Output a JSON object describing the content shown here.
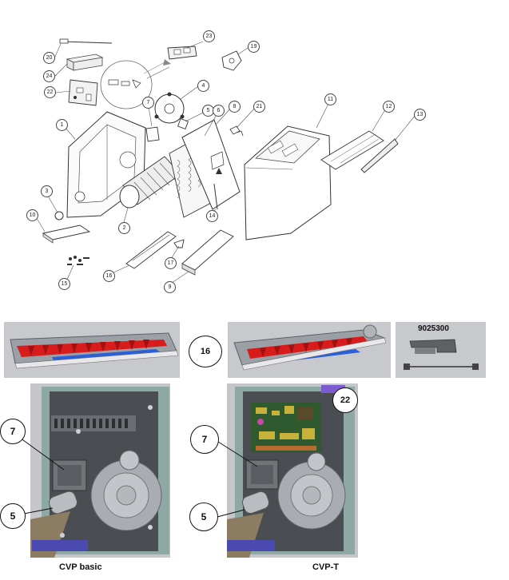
{
  "exploded_callouts": [
    "20",
    "24",
    "22",
    "23",
    "19",
    "4",
    "7",
    "5",
    "6",
    "8",
    "21",
    "11",
    "12",
    "13",
    "1",
    "3",
    "10",
    "2",
    "14",
    "16",
    "17",
    "9",
    "15"
  ],
  "photo_callouts": {
    "strip_center": "16",
    "basic_7": "7",
    "basic_5": "5",
    "cvpt_7": "7",
    "cvpt_5": "5",
    "cvpt_22": "22"
  },
  "kit_part_number": "9025300",
  "captions": {
    "left": "CVP basic",
    "right": "CVP-T"
  }
}
